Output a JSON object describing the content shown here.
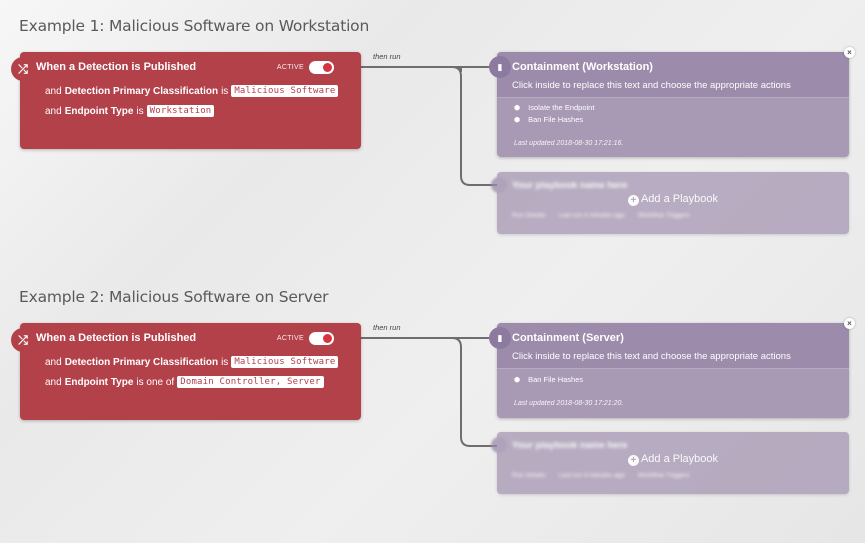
{
  "examples": [
    {
      "title": "Example 1: Malicious Software on Workstation",
      "trigger": {
        "title": "When a Detection is Published",
        "active_label": "ACTIVE",
        "conditions": [
          {
            "prefix": "and",
            "field": "Detection Primary Classification",
            "operator": "is",
            "value": "Malicious Software"
          },
          {
            "prefix": "and",
            "field": "Endpoint Type",
            "operator": "is",
            "value": "Workstation"
          }
        ]
      },
      "then_run": "then run",
      "playbook": {
        "title": "Containment (Workstation)",
        "description": "Click inside to replace this text and choose the appropriate actions",
        "actions": [
          "Isolate the Endpoint",
          "Ban File Hashes"
        ],
        "updated": "Last updated 2018-08-30 17:21:16."
      },
      "add_card": {
        "name_placeholder": "Your playbook name here",
        "add_label": "Add a Playbook",
        "links": [
          "Run Details",
          "Last run 4 minutes ago",
          "Workflow Triggers"
        ]
      }
    },
    {
      "title": "Example 2: Malicious Software on Server",
      "trigger": {
        "title": "When a Detection is Published",
        "active_label": "ACTIVE",
        "conditions": [
          {
            "prefix": "and",
            "field": "Detection Primary Classification",
            "operator": "is",
            "value": "Malicious Software"
          },
          {
            "prefix": "and",
            "field": "Endpoint Type",
            "operator": "is one of",
            "value": "Domain Controller, Server"
          }
        ]
      },
      "then_run": "then run",
      "playbook": {
        "title": "Containment (Server)",
        "description": "Click inside to replace this text and choose the appropriate actions",
        "actions": [
          "Ban File Hashes"
        ],
        "updated": "Last updated 2018-08-30 17:21:20."
      },
      "add_card": {
        "name_placeholder": "Your playbook name here",
        "add_label": "Add a Playbook",
        "links": [
          "Run Details",
          "Last run 4 minutes ago",
          "Workflow Triggers"
        ]
      }
    }
  ],
  "colors": {
    "trigger": "#b2414a",
    "playbook": "#9c8bab",
    "toggle_on": "#d6343f",
    "connector": "#6e6e6e"
  },
  "icons": {
    "trigger": "shuffle-icon",
    "playbook": "book-icon",
    "action": "cube-icon",
    "close": "close-icon",
    "add": "plus-circle-icon"
  }
}
